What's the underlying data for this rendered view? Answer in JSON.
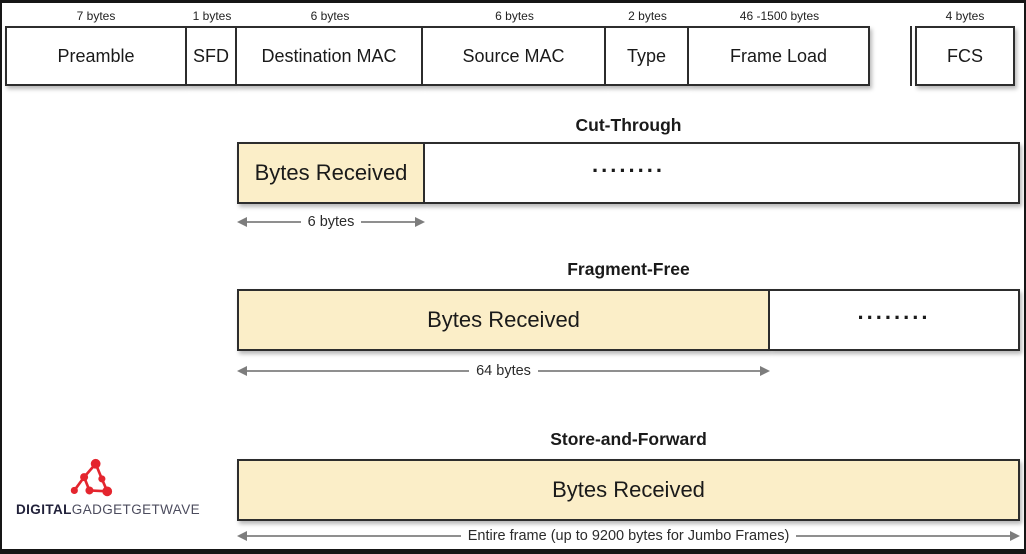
{
  "frame": {
    "fields": [
      {
        "size": "7 bytes",
        "label": "Preamble"
      },
      {
        "size": "1 bytes",
        "label": "SFD"
      },
      {
        "size": "6 bytes",
        "label": "Destination MAC"
      },
      {
        "size": "6 bytes",
        "label": "Source MAC"
      },
      {
        "size": "2 bytes",
        "label": "Type"
      },
      {
        "size": "46 -1500 bytes",
        "label": "Frame Load"
      },
      {
        "size": "4 bytes",
        "label": "FCS"
      }
    ]
  },
  "sections": [
    {
      "title": "Cut-Through",
      "received": "Bytes Received",
      "rest": "........",
      "measure": "6 bytes"
    },
    {
      "title": "Fragment-Free",
      "received": "Bytes Received",
      "rest": "........",
      "measure": "64 bytes"
    },
    {
      "title": "Store-and-Forward",
      "received": "Bytes Received",
      "measure": "Entire frame (up to 9200 bytes for Jumbo Frames)"
    }
  ],
  "logo": {
    "bold": "DIGITAL",
    "light": "GADGETGETWAVE"
  },
  "colors": {
    "highlight": "#fbeec8",
    "box_border": "#2d2d2d",
    "arrow": "#8f8f8f",
    "logo_red": "#e4252e"
  }
}
